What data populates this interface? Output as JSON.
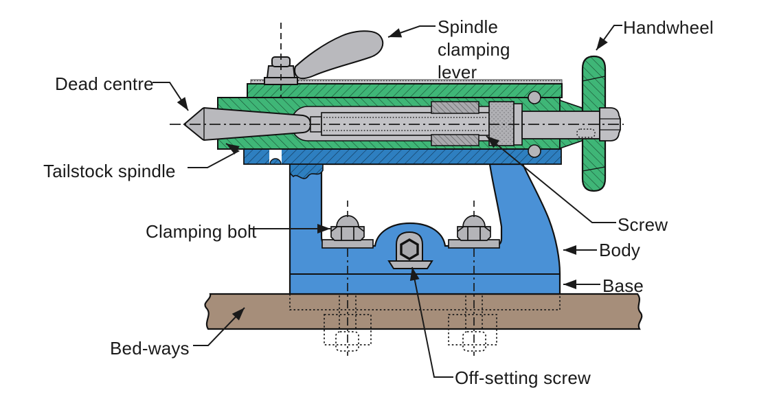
{
  "diagram": {
    "type": "technical-section-diagram",
    "subject": "Lathe tailstock cross-section",
    "labels": {
      "dead_centre": "Dead centre",
      "tailstock_spindle": "Tailstock spindle",
      "spindle_clamping_lever": "Spindle clamping lever",
      "handwheel": "Handwheel",
      "clamping_bolt": "Clamping bolt",
      "screw": "Screw",
      "body": "Body",
      "base": "Base",
      "bed_ways": "Bed-ways",
      "off_setting_screw": "Off-setting screw"
    },
    "colors": {
      "casting_green": "#3fb677",
      "body_blue": "#4a91d6",
      "flange_blue": "#2e7fc0",
      "bed_brown": "#a68e7a",
      "metal_grey": "#bfbfc3",
      "outline": "#111111",
      "leader": "#1a1a1a",
      "background": "#ffffff"
    }
  }
}
